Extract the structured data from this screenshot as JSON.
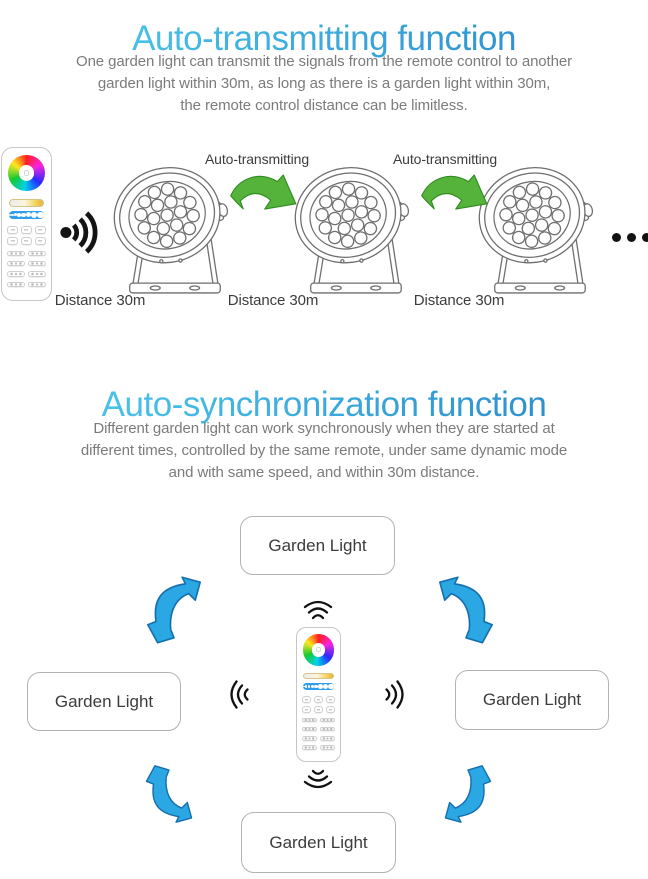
{
  "colors": {
    "title-grad-start": "#4cc7ec",
    "title-grad-end": "#2b8ccc",
    "body-text": "#7b7b7b",
    "label-text": "#3d3d3d",
    "box-border": "#b3b3b3",
    "green-arrow": "#55b23a",
    "sync-arrow": "#2ba7e4"
  },
  "transmit_section": {
    "title": "Auto-transmitting function",
    "description_lines": [
      "One garden light can transmit the signals from the remote control to another",
      "garden light within 30m, as long as there is a garden light within 30m,",
      "the remote control distance can be limitless."
    ],
    "arrow_labels": [
      "Auto-transmitting",
      "Auto-transmitting"
    ],
    "distance_labels": [
      "Distance 30m",
      "Distance 30m",
      "Distance 30m"
    ]
  },
  "sync_section": {
    "title": "Auto-synchronization function",
    "description_lines": [
      "Different garden light can work synchronously when they are started at",
      "different times, controlled by the same remote, under same dynamic mode",
      "and with same speed, and within 30m distance."
    ],
    "garden_light_boxes": [
      {
        "label": "Garden Light"
      },
      {
        "label": "Garden Light"
      },
      {
        "label": "Garden Light"
      },
      {
        "label": "Garden Light"
      }
    ]
  }
}
